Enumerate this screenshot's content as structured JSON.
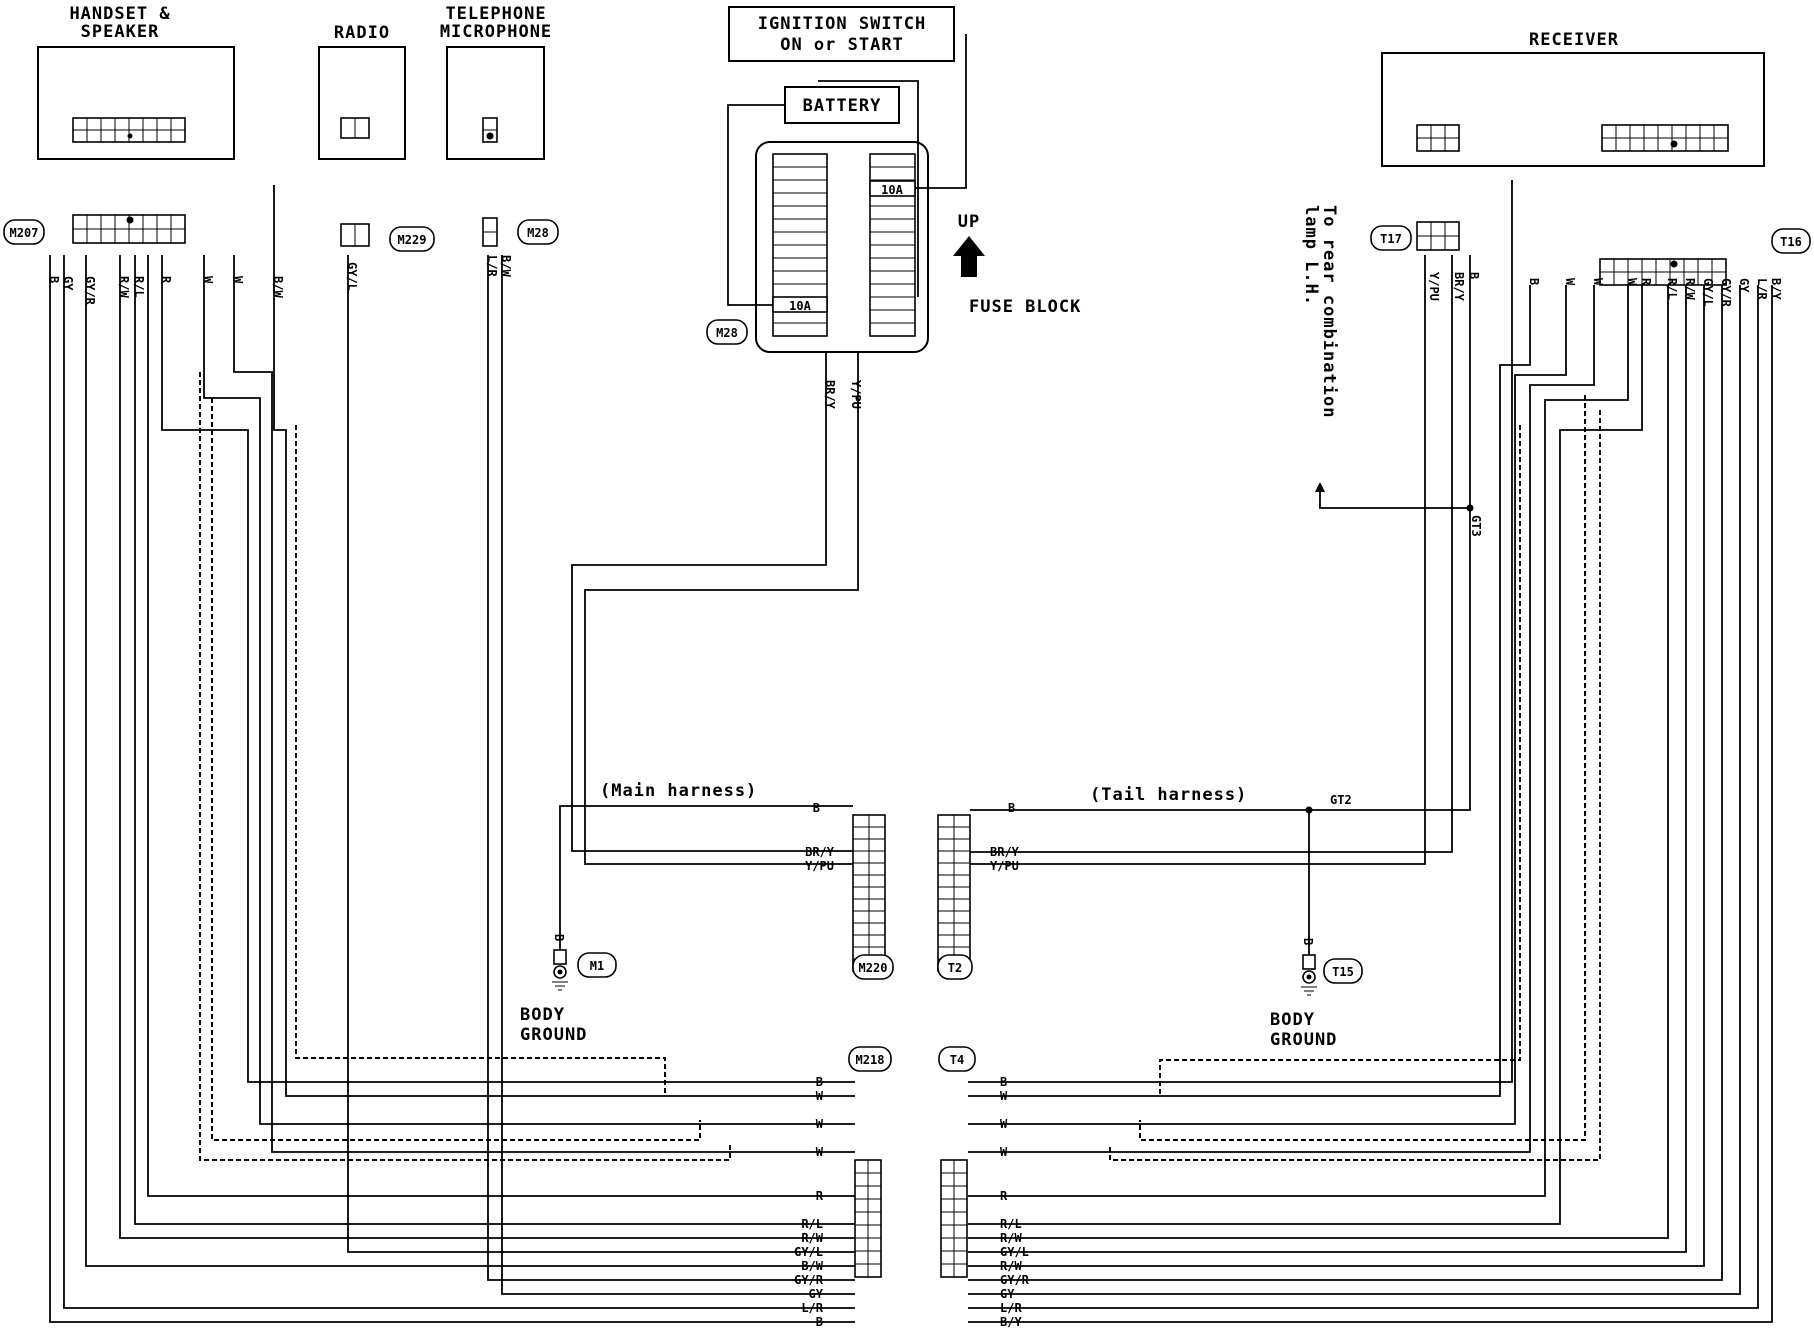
{
  "components": {
    "handset": [
      "HANDSET &",
      "SPEAKER"
    ],
    "radio": "RADIO",
    "telephone_mic": [
      "TELEPHONE",
      "MICROPHONE"
    ],
    "ignition": [
      "IGNITION SWITCH",
      "ON or START"
    ],
    "battery": "BATTERY",
    "receiver": "RECEIVER",
    "fuse_block": "FUSE BLOCK",
    "up": "UP",
    "fuse_10a_left": "10A",
    "fuse_10a_right": "10A"
  },
  "connectors": {
    "m207": "M207",
    "m229": "M229",
    "m28_mic": "M28",
    "m28_fuse": "M28",
    "t17": "T17",
    "t16": "T16",
    "m1": "M1",
    "m220": "M220",
    "t2": "T2",
    "t15": "T15",
    "m218": "M218",
    "t4": "T4"
  },
  "harness": {
    "main": "(Main harness)",
    "tail": "(Tail harness)"
  },
  "notes": {
    "rear_lamp": [
      "To rear combination",
      "lamp L.H."
    ],
    "body_ground": [
      "BODY",
      "GROUND"
    ],
    "gt2": "GT2",
    "gt3": "GT3"
  },
  "wire_colors": {
    "m207": [
      "B",
      "GY",
      "GY/R",
      "R/W",
      "R/L",
      "R",
      "W",
      "W",
      "B/W"
    ],
    "m229": "GY/L",
    "m28": [
      "L/R",
      "B/W"
    ],
    "fuse_out": [
      "BR/Y",
      "Y/PU"
    ],
    "t17": [
      "Y/PU",
      "BR/Y",
      "B"
    ],
    "t16": [
      "B",
      "W",
      "W",
      "W",
      "R",
      "R/L",
      "R/W",
      "GY/L",
      "GY/R",
      "GY",
      "L/R",
      "B/Y"
    ],
    "m220": [
      "B",
      "BR/Y",
      "Y/PU"
    ],
    "t2": [
      "B",
      "BR/Y",
      "Y/PU"
    ],
    "m1": "B",
    "t15": "B",
    "m218": [
      "B",
      "W",
      "W",
      "W",
      "R",
      "R/L",
      "R/W",
      "GY/L",
      "B/W",
      "GY/R",
      "GY",
      "L/R",
      "B"
    ],
    "t4": [
      "B",
      "W",
      "W",
      "W",
      "R",
      "R/L",
      "R/W",
      "GY/L",
      "R/W",
      "GY/R",
      "GY",
      "L/R",
      "B/Y"
    ]
  }
}
